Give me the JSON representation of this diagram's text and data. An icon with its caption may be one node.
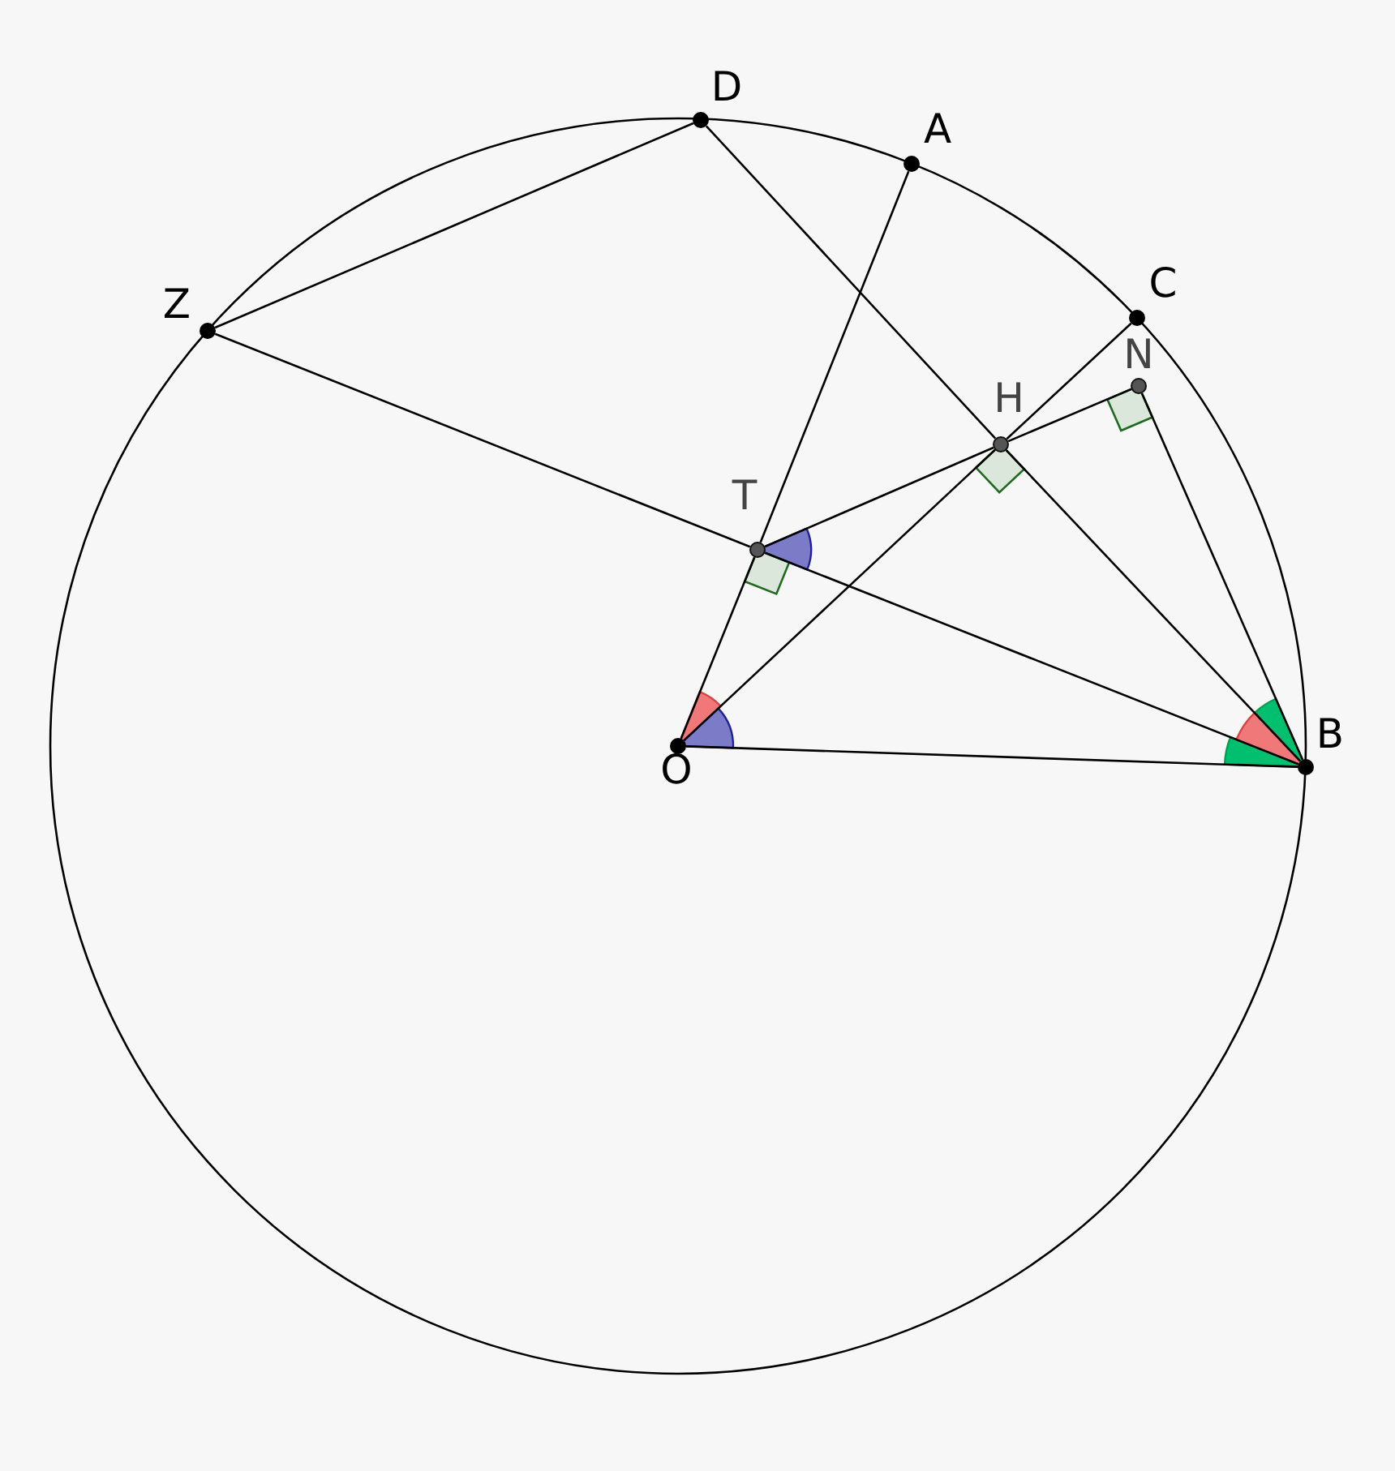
{
  "diagram": {
    "nodes": [
      {
        "text": [],
        "shape": "circle",
        "beside": [
          "D"
        ]
      },
      {
        "text": [],
        "shape": "circle",
        "beside": [
          "A"
        ]
      },
      {
        "text": [],
        "shape": "circle",
        "beside": [
          "Z"
        ]
      },
      {
        "text": [],
        "shape": "circle",
        "beside": [
          "C"
        ]
      },
      {
        "text": [],
        "shape": "circle",
        "beside": [
          "N"
        ]
      },
      {
        "text": [],
        "shape": "circle",
        "beside": [
          "H"
        ]
      },
      {
        "text": [],
        "shape": "circle",
        "beside": [
          "T"
        ]
      },
      {
        "text": [],
        "shape": "circle",
        "beside": [
          "O"
        ]
      },
      {
        "text": [],
        "shape": "circle",
        "beside": [
          "B"
        ]
      }
    ],
    "edges": [
      {
        "from": 2,
        "to": 0,
        "arrow": "none"
      },
      {
        "from": 0,
        "to": 5,
        "arrow": "none"
      },
      {
        "from": 5,
        "to": 8,
        "arrow": "none"
      },
      {
        "from": 2,
        "to": 6,
        "arrow": "none"
      },
      {
        "from": 6,
        "to": 8,
        "arrow": "none"
      },
      {
        "from": 7,
        "to": 6,
        "arrow": "none"
      },
      {
        "from": 6,
        "to": 1,
        "arrow": "none"
      },
      {
        "from": 7,
        "to": 5,
        "arrow": "none"
      },
      {
        "from": 5,
        "to": 3,
        "arrow": "none"
      },
      {
        "from": 6,
        "to": 5,
        "arrow": "none"
      },
      {
        "from": 5,
        "to": 4,
        "arrow": "none"
      },
      {
        "from": 4,
        "to": 8,
        "arrow": "none"
      },
      {
        "from": 7,
        "to": 8,
        "arrow": "none"
      }
    ]
  }
}
